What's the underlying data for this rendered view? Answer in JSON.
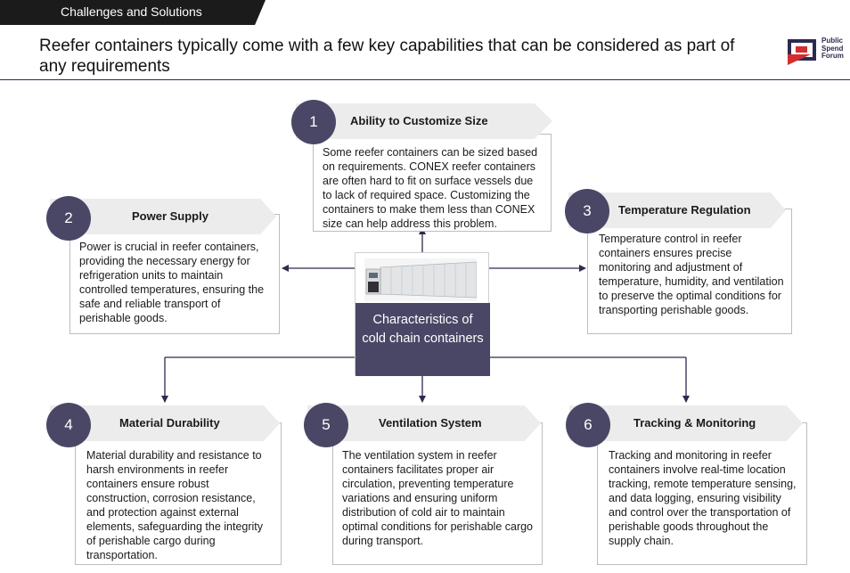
{
  "header": {
    "section_tag": "Challenges and Solutions",
    "headline": "Reefer containers typically come with a few key capabilities that can be considered as part of any requirements",
    "logo_text": [
      "Public",
      "Spend",
      "Forum"
    ]
  },
  "center": {
    "label": "Characteristics of cold chain containers",
    "image_icon": "reefer-container-image"
  },
  "items": [
    {
      "number": "1",
      "title": "Ability to Customize Size",
      "text": "Some reefer containers can be sized based on requirements. CONEX reefer containers are often hard to fit on surface vessels due to lack of required space. Customizing the containers to make them less than CONEX size can help address this problem."
    },
    {
      "number": "2",
      "title": "Power Supply",
      "text": "Power is crucial in reefer containers, providing the necessary energy for refrigeration units to maintain controlled temperatures, ensuring the safe and reliable transport of perishable goods."
    },
    {
      "number": "3",
      "title": "Temperature Regulation",
      "text": "Temperature control in reefer containers ensures precise monitoring and adjustment of temperature, humidity, and ventilation to preserve the optimal conditions for transporting perishable goods."
    },
    {
      "number": "4",
      "title": "Material Durability",
      "text": "Material durability and resistance to harsh environments in reefer containers ensure robust construction, corrosion resistance, and protection against external elements, safeguarding the integrity of perishable cargo during transportation."
    },
    {
      "number": "5",
      "title": "Ventilation System",
      "text": "The ventilation system in reefer containers facilitates proper air circulation, preventing temperature variations and ensuring uniform distribution of cold air to maintain optimal conditions for perishable cargo during transport."
    },
    {
      "number": "6",
      "title": "Tracking & Monitoring",
      "text": "Tracking and monitoring in reefer containers involve real-time location tracking, remote temperature sensing, and data logging, ensuring visibility and control over the transportation of perishable goods throughout the supply chain."
    }
  ],
  "colors": {
    "accent": "#4a4766",
    "banner": "#ececec",
    "header_bar": "#1b1b1b",
    "logo_red": "#d32f2f",
    "logo_navy": "#2e2a4f"
  }
}
